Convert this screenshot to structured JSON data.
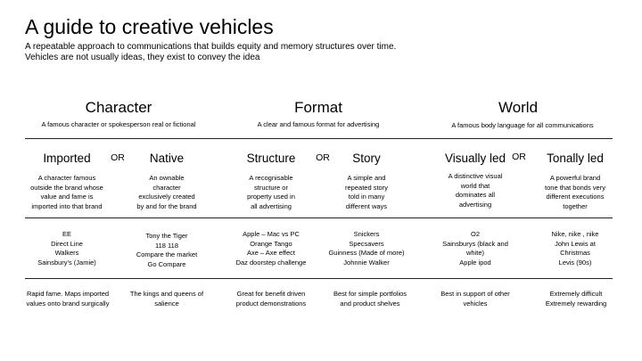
{
  "title": "A guide to creative vehicles",
  "subtitle": "A repeatable approach to communications that builds equity and memory structures over time. Vehicles are not usually ideas, they exist to convey the idea",
  "sections": [
    {
      "name": "Character",
      "description": "A famous character or spokesperson real or fictional"
    },
    {
      "name": "Format",
      "description": "A clear and famous format for advertising"
    },
    {
      "name": "World",
      "description": "A famous body language for all communications"
    }
  ],
  "or_label": "OR",
  "columns": [
    {
      "name": "Imported",
      "definition": [
        "A character famous",
        "outside the brand whose",
        "value and fame is",
        "imported into that brand"
      ],
      "examples": [
        "EE",
        "Direct Line",
        "Walkers",
        "Sainsbury's (Jamie)"
      ],
      "summary": [
        "Rapid fame. Maps imported",
        "values onto brand surgically"
      ]
    },
    {
      "name": "Native",
      "definition": [
        "An ownable",
        "character",
        "exclusively created",
        "by and for the brand"
      ],
      "examples": [
        "Tony the Tiger",
        "118 118",
        "Compare the market",
        "Go Compare"
      ],
      "summary": [
        "The kings and queens of",
        "salience"
      ]
    },
    {
      "name": "Structure",
      "definition": [
        "A recognisable",
        "structure or",
        "property used in",
        "all advertising"
      ],
      "examples": [
        "Apple – Mac vs PC",
        "Orange Tango",
        "Axe – Axe effect",
        "Daz doorstep challenge"
      ],
      "summary": [
        "Great for benefit driven",
        "product demonstrations"
      ]
    },
    {
      "name": "Story",
      "definition": [
        "A simple and",
        "repeated story",
        "told in many",
        "different ways"
      ],
      "examples": [
        "Snickers",
        "Specsavers",
        "Guinness (Made of more)",
        "Johnnie Walker"
      ],
      "summary": [
        "Best for simple portfolios",
        "and product shelves"
      ]
    },
    {
      "name": "Visually led",
      "definition": [
        "A distinctive visual",
        "world that",
        "dominates all",
        "advertising"
      ],
      "examples": [
        "O2",
        "Sainsburys (black and",
        "white)",
        "Apple ipod"
      ],
      "summary": [
        "Best in support of other",
        "vehicles"
      ]
    },
    {
      "name": "Tonally led",
      "definition": [
        "A powerful brand",
        "tone that bonds very",
        "different executions",
        "together"
      ],
      "examples": [
        "Nike, nike , nike",
        "John Lewis at",
        "Christmas",
        "Levis (90s)"
      ],
      "summary": [
        "Extremely difficult",
        "Extremely rewarding"
      ]
    }
  ]
}
